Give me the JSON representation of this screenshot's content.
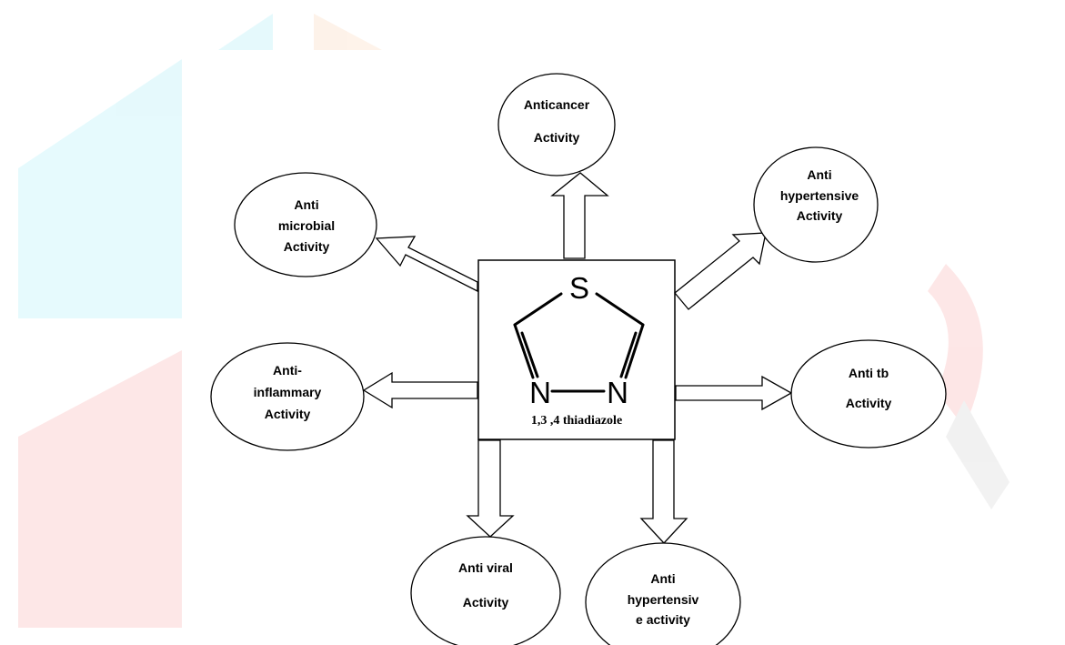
{
  "center": {
    "atoms": {
      "sulfur": "S",
      "nitrogen_left": "N",
      "nitrogen_right": "N"
    },
    "caption": "1,3 ,4 thiadiazole"
  },
  "nodes": [
    {
      "id": "anticancer",
      "lines": [
        "Anticancer",
        "Activity"
      ]
    },
    {
      "id": "antihypertensive-top",
      "lines": [
        "Anti",
        "hypertensive",
        "Activity"
      ]
    },
    {
      "id": "antimicrobial",
      "lines": [
        "Anti",
        "microbial",
        "Activity"
      ]
    },
    {
      "id": "antiinflammatory",
      "lines": [
        "Anti-",
        "inflammary",
        "Activity"
      ]
    },
    {
      "id": "antitb",
      "lines": [
        "Anti tb",
        "Activity"
      ]
    },
    {
      "id": "antiviral",
      "lines": [
        "Anti viral",
        "Activity"
      ]
    },
    {
      "id": "antihypertensive-bottom",
      "lines": [
        "Anti",
        "hypertensiv",
        "e activity"
      ]
    }
  ],
  "watermark_colors": {
    "cyan": "#3fd6ee",
    "orange": "#f7a25a",
    "red": "#f04848"
  }
}
